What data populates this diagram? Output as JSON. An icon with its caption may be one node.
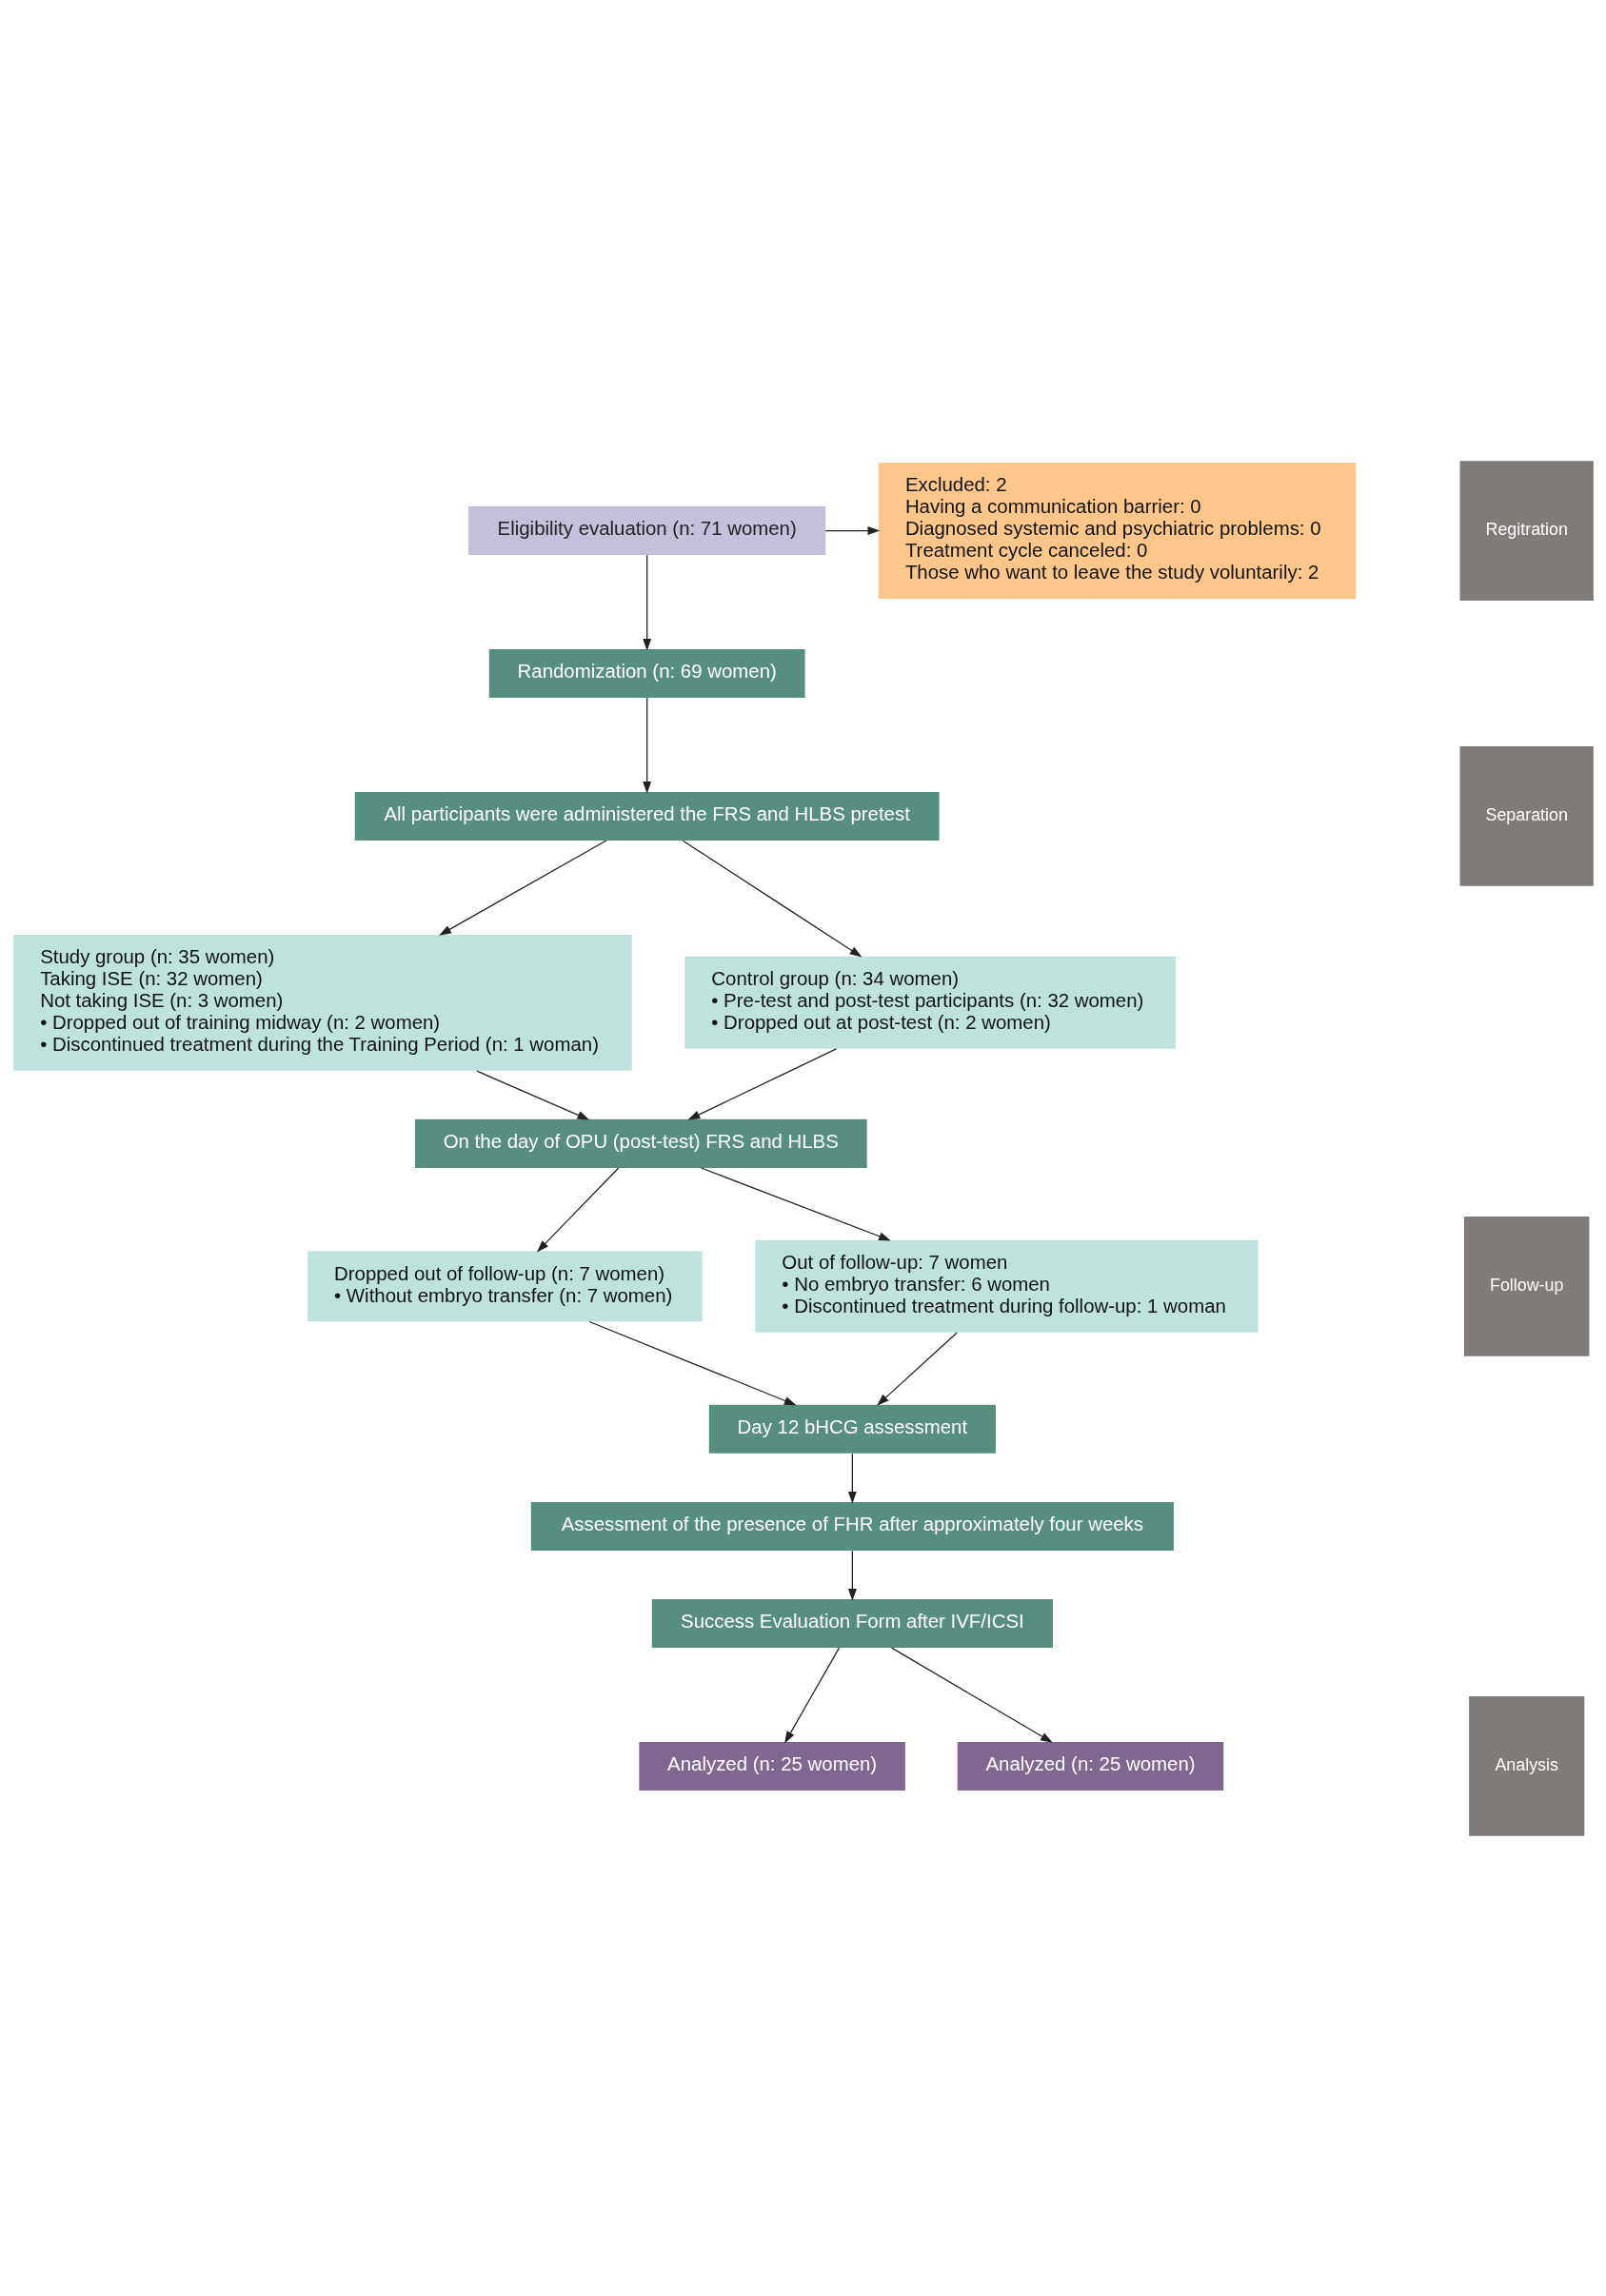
{
  "diagram": {
    "nodes": [
      {
        "text": [
          "Eligibility evaluation (n: 71 women)"
        ]
      },
      {
        "text": [
          "Excluded: 2",
          "Having a communication barrier: 0",
          "Diagnosed systemic and psychiatric problems: 0",
          "Treatment cycle canceled: 0",
          "Those who want to leave the study voluntarily: 2"
        ]
      },
      {
        "text": [
          "Randomization (n: 69 women)"
        ]
      },
      {
        "text": [
          "All participants were administered the FRS and HLBS pretest"
        ]
      },
      {
        "text": [
          "Study group (n: 35 women)",
          "Taking ISE (n: 32 women)",
          "Not taking ISE (n: 3 women)",
          "• Dropped out of training midway (n: 2 women)",
          "• Discontinued treatment during the Training Period (n: 1 woman)"
        ]
      },
      {
        "text": [
          "Control group (n: 34 women)",
          "• Pre-test and post-test participants (n: 32 women)",
          "• Dropped out at post-test (n: 2 women)"
        ]
      },
      {
        "text": [
          "On the day of OPU (post-test) FRS and HLBS"
        ]
      },
      {
        "text": [
          "Dropped out of follow-up (n: 7 women)",
          "• Without embryo transfer (n: 7 women)"
        ]
      },
      {
        "text": [
          "Out of follow-up: 7 women",
          "• No embryo transfer: 6 women",
          "• Discontinued treatment during follow-up: 1 woman"
        ]
      },
      {
        "text": [
          "Day 12 bHCG assessment"
        ]
      },
      {
        "text": [
          "Assessment of the presence of FHR after approximately four weeks"
        ]
      },
      {
        "text": [
          "Success Evaluation Form after IVF/ICSI"
        ]
      },
      {
        "text": [
          "Analyzed (n: 25 women)"
        ]
      },
      {
        "text": [
          "Analyzed (n: 25 women)"
        ]
      },
      {
        "text": [
          "Regitration"
        ]
      },
      {
        "text": [
          "Separation"
        ]
      },
      {
        "text": [
          "Follow-up"
        ]
      },
      {
        "text": [
          "Analysis"
        ]
      }
    ],
    "edges": [
      {
        "from": 0,
        "to": 2,
        "arrow": "to"
      },
      {
        "from": 0,
        "to": 1,
        "arrow": "to"
      },
      {
        "from": 2,
        "to": 3,
        "arrow": "to"
      },
      {
        "from": 3,
        "to": 4,
        "arrow": "to"
      },
      {
        "from": 3,
        "to": 5,
        "arrow": "to"
      },
      {
        "from": 4,
        "to": 6,
        "arrow": "to"
      },
      {
        "from": 5,
        "to": 6,
        "arrow": "to"
      },
      {
        "from": 6,
        "to": 7,
        "arrow": "to"
      },
      {
        "from": 6,
        "to": 8,
        "arrow": "to"
      },
      {
        "from": 7,
        "to": 9,
        "arrow": "to"
      },
      {
        "from": 8,
        "to": 9,
        "arrow": "to"
      },
      {
        "from": 9,
        "to": 10,
        "arrow": "to"
      },
      {
        "from": 10,
        "to": 11,
        "arrow": "to"
      },
      {
        "from": 11,
        "to": 12,
        "arrow": "to"
      },
      {
        "from": 11,
        "to": 13,
        "arrow": "to"
      }
    ]
  }
}
